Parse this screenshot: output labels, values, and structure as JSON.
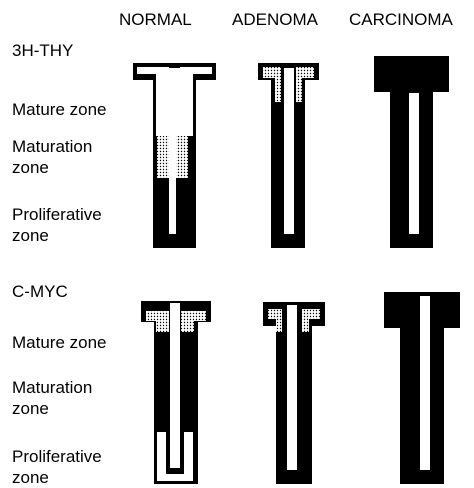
{
  "columns": [
    "NORMAL",
    "ADENOMA",
    "CARCINOMA"
  ],
  "panels": [
    {
      "title": "3H-THY",
      "zones": [
        "Mature zone",
        "Maturation\nzone",
        "Proliferative\nzone"
      ],
      "crypts": [
        {
          "column": "NORMAL",
          "label_pattern": "stippled"
        },
        {
          "column": "ADENOMA",
          "label_pattern": "stippled"
        },
        {
          "column": "CARCINOMA",
          "label_pattern": "none"
        }
      ]
    },
    {
      "title": "C-MYC",
      "zones": [
        "Mature zone",
        "Maturation\nzone",
        "Proliferative\nzone"
      ],
      "crypts": [
        {
          "column": "NORMAL",
          "label_pattern": "stippled"
        },
        {
          "column": "ADENOMA",
          "label_pattern": "stippled"
        },
        {
          "column": "CARCINOMA",
          "label_pattern": "none"
        }
      ]
    }
  ],
  "colors": {
    "label": "#000000",
    "background": "#ffffff",
    "stipple": "#000000"
  }
}
